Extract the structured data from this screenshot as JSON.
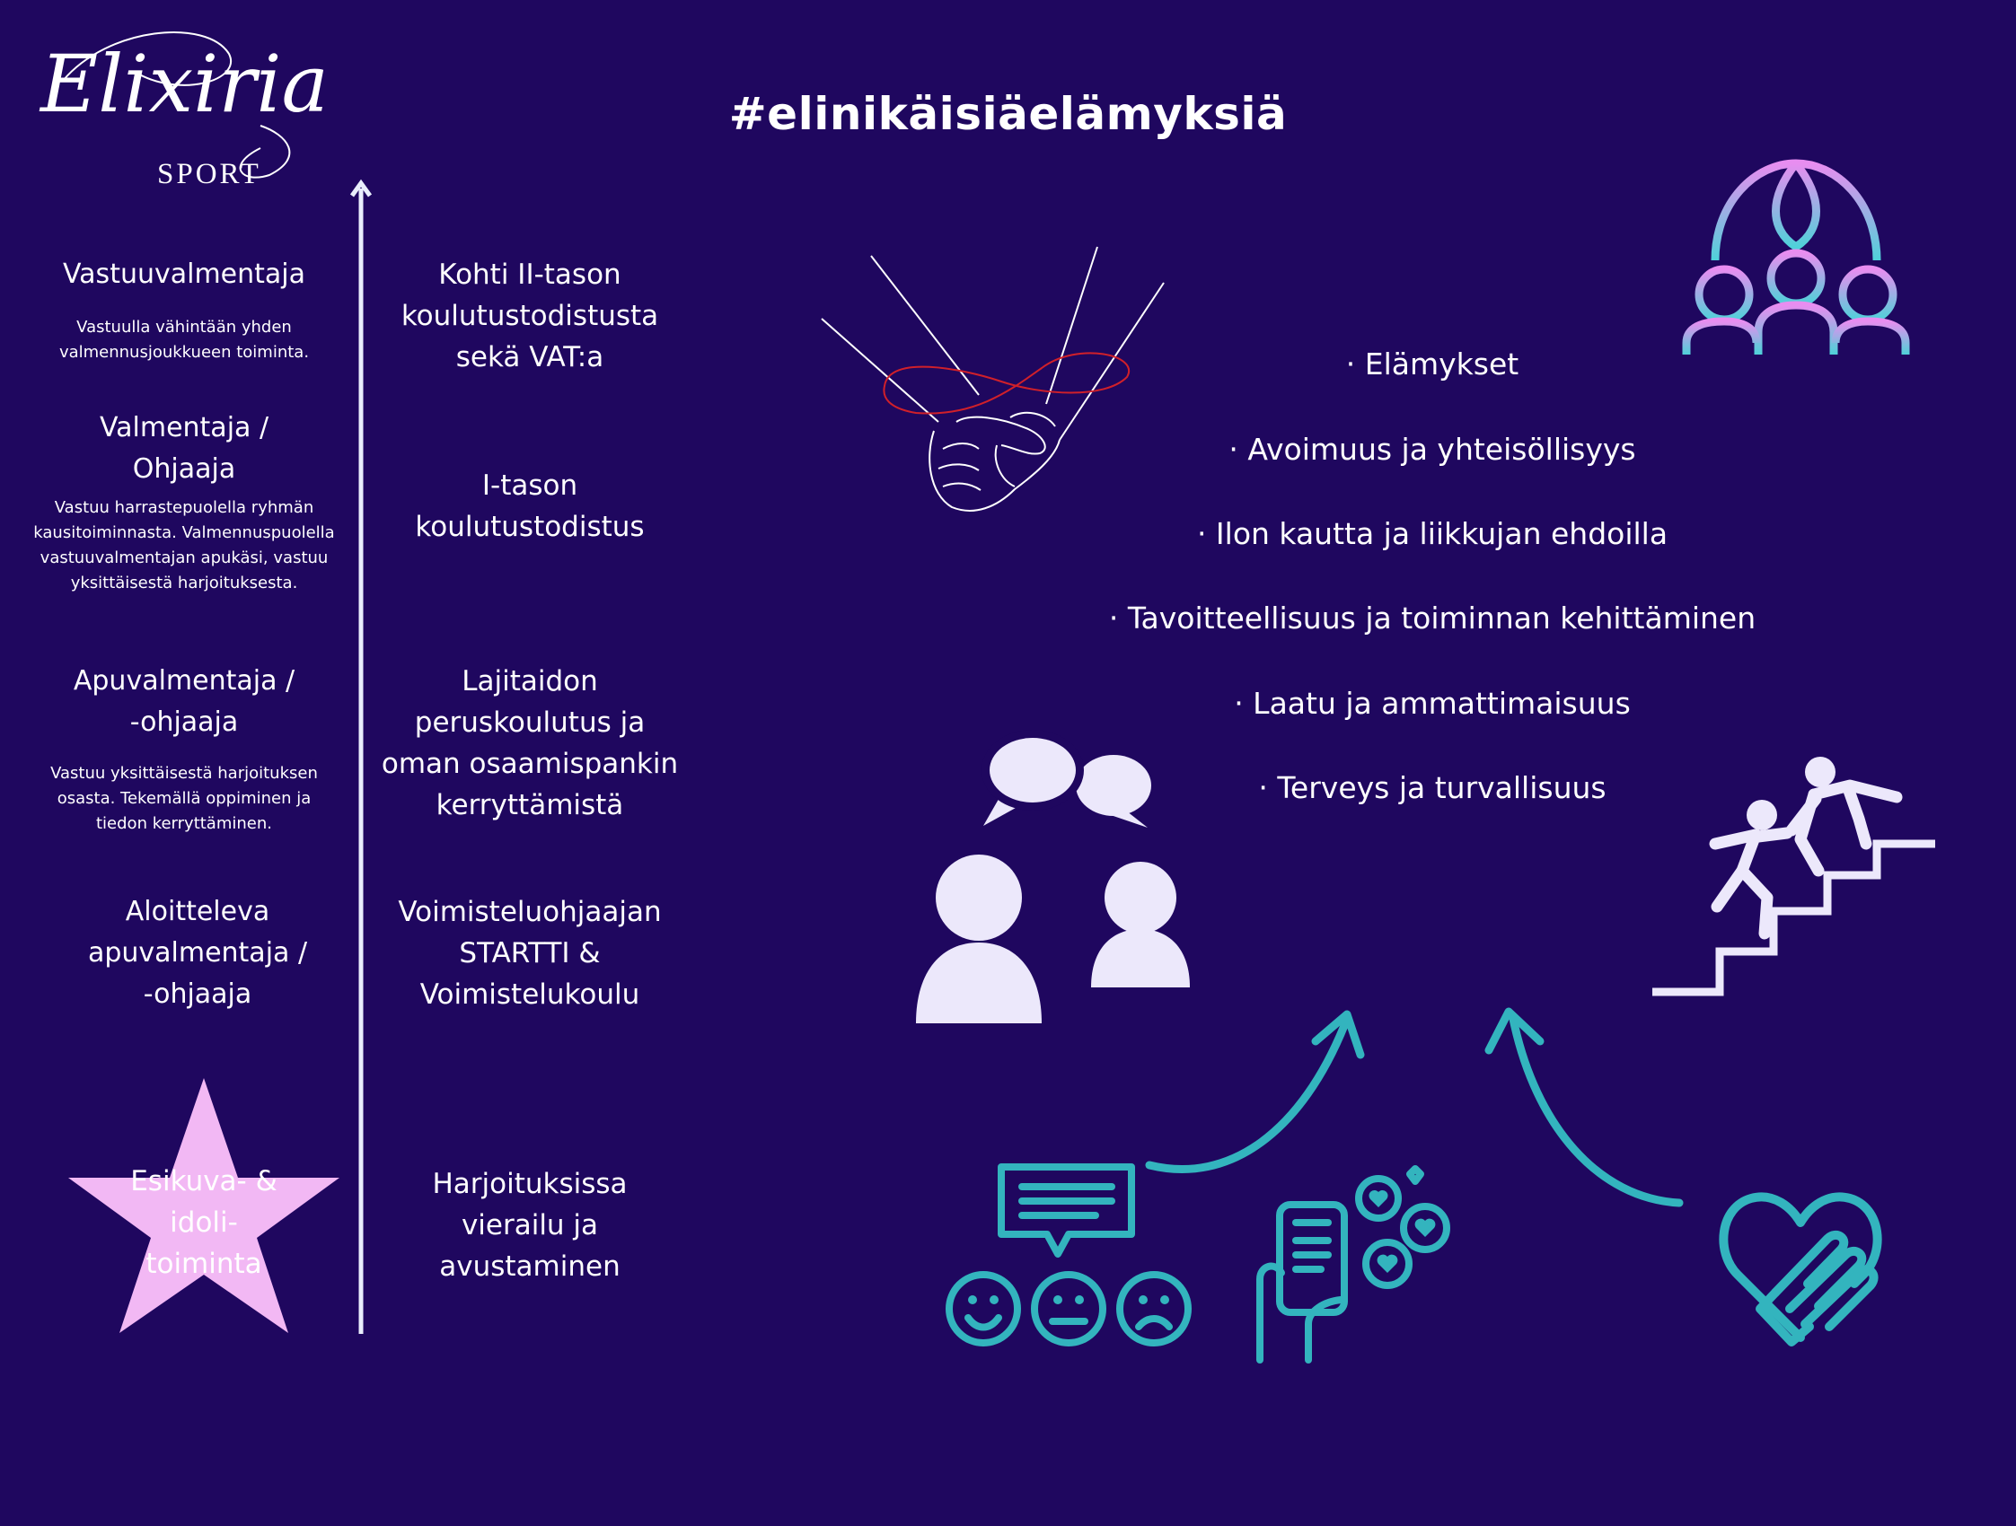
{
  "hashtag": "#elinikäisiäelämyksiä",
  "logo": {
    "script": "Elixiria",
    "sub": "SPORT"
  },
  "levels": [
    {
      "role": [
        "Vastuuvalmentaja"
      ],
      "desc": [
        "Vastuulla vähintään yhden",
        "valmennusjoukkueen toiminta."
      ],
      "req": [
        "Kohti II-tason",
        "koulutustodistusta",
        "sekä VAT:a"
      ]
    },
    {
      "role": [
        "Valmentaja /",
        "Ohjaaja"
      ],
      "desc": [
        "Vastuu harrastepuolella ryhmän",
        "kausitoiminnasta. Valmennuspuolella",
        "vastuuvalmentajan apukäsi, vastuu",
        "yksittäisestä harjoituksesta."
      ],
      "req": [
        "I-tason",
        "koulutustodistus"
      ]
    },
    {
      "role": [
        "Apuvalmentaja /",
        "-ohjaaja"
      ],
      "desc": [
        "Vastuu yksittäisestä harjoituksen",
        "osasta. Tekemällä oppiminen ja",
        "tiedon kerryttäminen."
      ],
      "req": [
        "Lajitaidon",
        "peruskoulutus ja",
        "oman osaamispankin",
        "kerryttämistä"
      ]
    },
    {
      "role": [
        "Aloitteleva",
        "apuvalmentaja /",
        "-ohjaaja"
      ],
      "desc": [],
      "req": [
        "Voimisteluohjaajan",
        "STARTTI &",
        "Voimistelukoulu"
      ]
    }
  ],
  "star": {
    "lines": [
      "Esikuva- &",
      "idoli-",
      "toiminta"
    ],
    "color": "#f2b8f4"
  },
  "star_req": [
    "Harjoituksissa",
    "vierailu ja",
    "avustaminen"
  ],
  "values": [
    "· Elämykset",
    "· Avoimuus ja yhteisöllisyys",
    "· Ilon kautta ja liikkujan ehdoilla",
    "· Tavoitteellisuus ja toiminnan kehittäminen",
    "· Laatu ja ammattimaisuus",
    "· Terveys ja turvallisuus"
  ],
  "icons": [
    "holding-hands-red-thread-icon",
    "community-globe-icon",
    "conversation-people-icon",
    "helping-up-stairs-icon",
    "feedback-smileys-icon",
    "phone-likes-icon",
    "heart-hand-icon"
  ],
  "colors": {
    "background": "#1f075f",
    "teal": "#33b4be",
    "lavender": "#ece8fb",
    "thread_red": "#d0202a",
    "gradient_top": "#e88df0",
    "gradient_bottom": "#4fd1d9"
  }
}
